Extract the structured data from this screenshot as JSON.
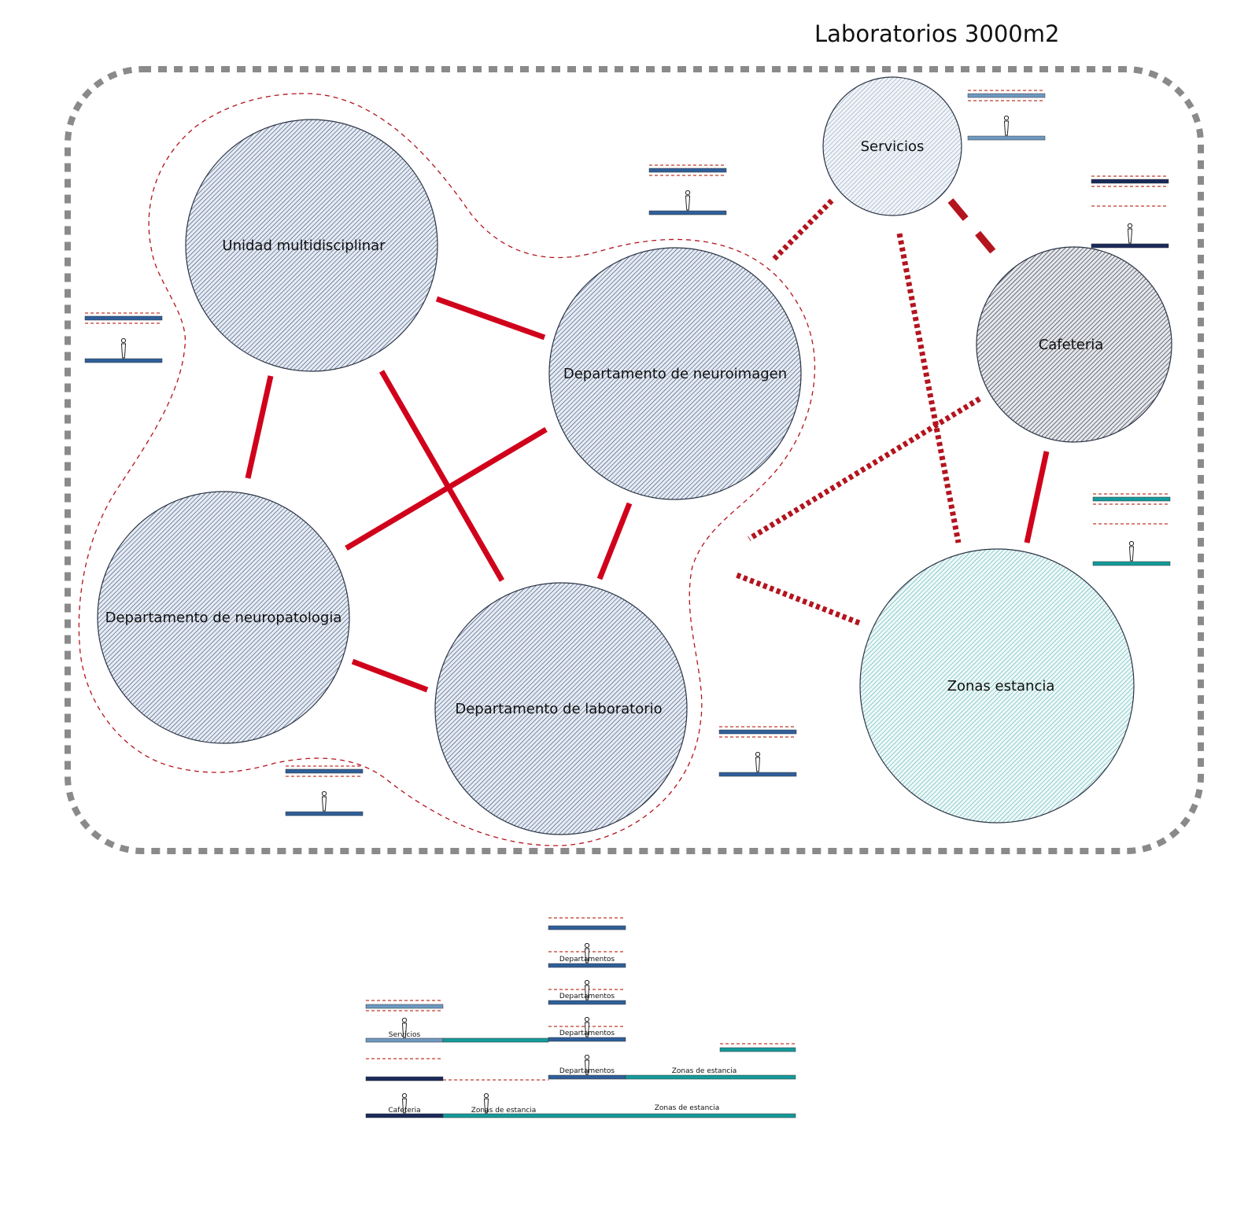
{
  "title": "Laboratorios 3000m2",
  "colors": {
    "boundary": "#8a8a8a",
    "strong_link": "#d0021b",
    "weak_link": "#b3141e",
    "cluster_outline": "#b3141e",
    "zone_stroke": "#2b3445",
    "hatch_blue": "#1f3f6e",
    "hatch_light_blue": "#7b97b8",
    "hatch_dark": "#1a2238",
    "hatch_teal": "#3aa6a6",
    "slab_blue": "#2f5f9a",
    "slab_light_blue": "#6e98c0",
    "slab_navy": "#1a2a5a",
    "slab_teal": "#159a9a",
    "dash_red": "#c0392b"
  },
  "zones": [
    {
      "id": "unidad",
      "label": "Unidad multidisciplinar",
      "fill": "hatch_blue"
    },
    {
      "id": "neuroimagen",
      "label": "Departamento de neuroimagen",
      "fill": "hatch_blue"
    },
    {
      "id": "neuropatologia",
      "label": "Departamento de neuropatologia",
      "fill": "hatch_blue"
    },
    {
      "id": "laboratorio",
      "label": "Departamento de laboratorio",
      "fill": "hatch_blue"
    },
    {
      "id": "servicios",
      "label": "Servicios",
      "fill": "hatch_light_blue"
    },
    {
      "id": "cafeteria",
      "label": "Cafeteria",
      "fill": "hatch_dark"
    },
    {
      "id": "zonas",
      "label": "Zonas estancia",
      "fill": "hatch_teal"
    }
  ],
  "links": [
    {
      "from": "unidad",
      "to": "neuroimagen",
      "type": "strong"
    },
    {
      "from": "unidad",
      "to": "neuropatologia",
      "type": "strong"
    },
    {
      "from": "unidad",
      "to": "laboratorio",
      "type": "strong"
    },
    {
      "from": "neuroimagen",
      "to": "neuropatologia",
      "type": "strong"
    },
    {
      "from": "neuroimagen",
      "to": "laboratorio",
      "type": "strong"
    },
    {
      "from": "neuropatologia",
      "to": "laboratorio",
      "type": "strong"
    },
    {
      "from": "cafeteria",
      "to": "zonas",
      "type": "strong"
    },
    {
      "from": "servicios",
      "to": "cafeteria",
      "type": "dashed"
    },
    {
      "from": "servicios",
      "to": "neuroimagen",
      "type": "dotted"
    },
    {
      "from": "servicios",
      "to": "zonas",
      "type": "dotted"
    },
    {
      "from": "cafeteria",
      "to": "cluster",
      "type": "dotted"
    },
    {
      "from": "zonas",
      "to": "cluster",
      "type": "dotted"
    }
  ],
  "section": {
    "labels": {
      "departamentos": "Departamentos",
      "servicios": "Servicios",
      "cafeteria": "Cafeteria",
      "zonas_estancia": "Zonas de estancia"
    }
  }
}
